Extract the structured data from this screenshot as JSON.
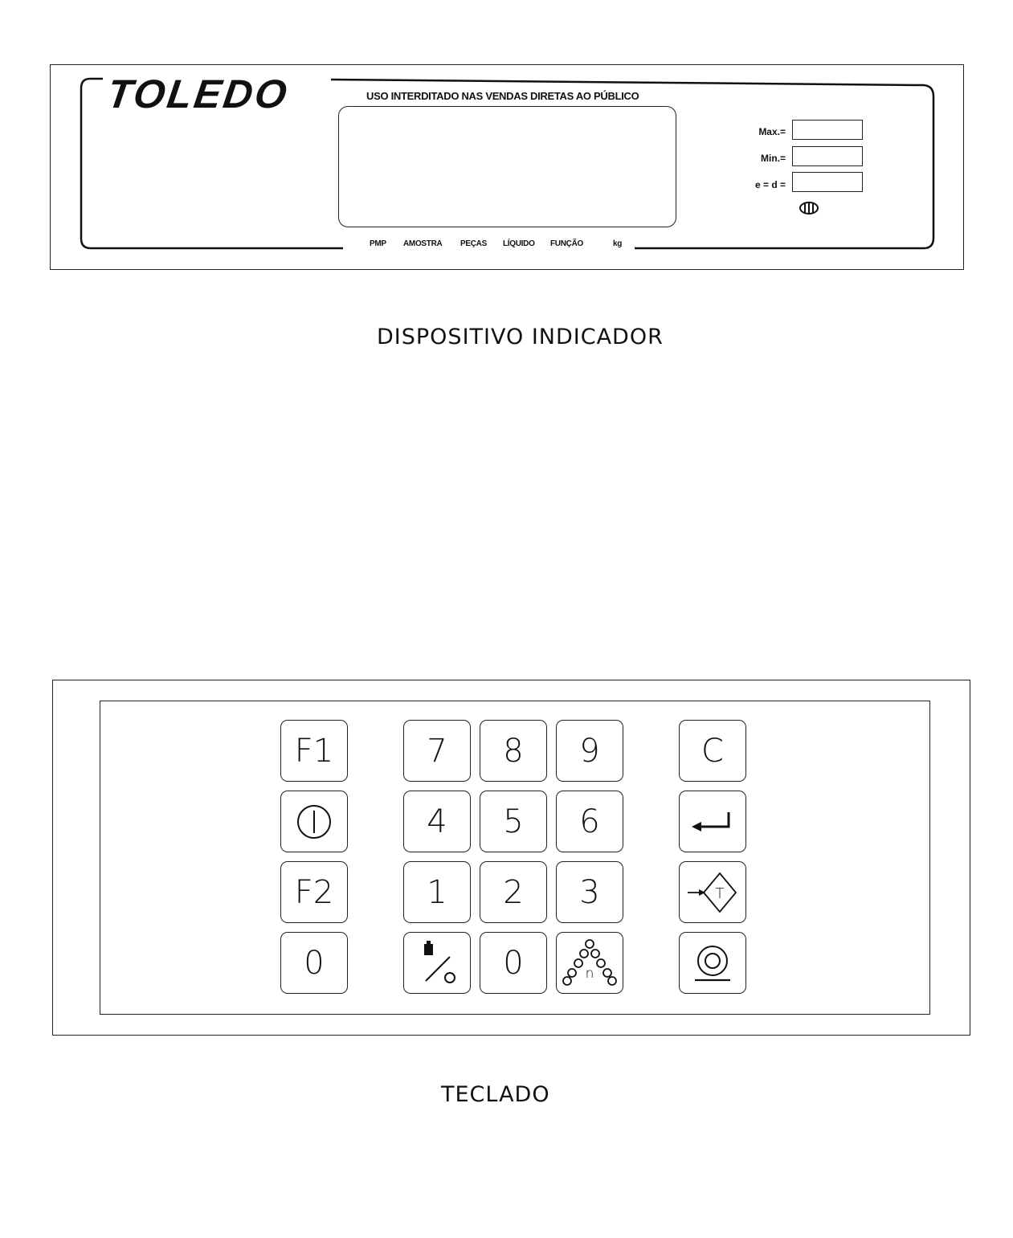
{
  "indicator": {
    "brand": "TOLEDO",
    "warning": "USO INTERDITADO NAS VENDAS DIRETAS AO PÚBLICO",
    "specs": [
      {
        "label": "Max.="
      },
      {
        "label": "Min.="
      },
      {
        "label": "e = d ="
      }
    ],
    "accuracy_class_icon": "class-III-ellipse-icon",
    "annunciators": [
      "PMP",
      "AMOSTRA",
      "PEÇAS",
      "LÍQUIDO",
      "FUNÇÃO",
      "kg"
    ],
    "caption": "DISPOSITIVO INDICADOR"
  },
  "keypad": {
    "caption": "TECLADO",
    "keys": {
      "f1": "F1",
      "f2": "F2",
      "zero_left": "0",
      "k7": "7",
      "k8": "8",
      "k9": "9",
      "k4": "4",
      "k5": "5",
      "k6": "6",
      "k1": "1",
      "k2": "2",
      "k3": "3",
      "k0": "0",
      "clear": "C"
    },
    "icons": {
      "power": "power-icon",
      "weight_percent": "weight-percent-icon",
      "piece_count": "piece-count-icon",
      "enter": "enter-arrow-icon",
      "tare": "tare-icon",
      "zero": "zero-icon"
    }
  }
}
